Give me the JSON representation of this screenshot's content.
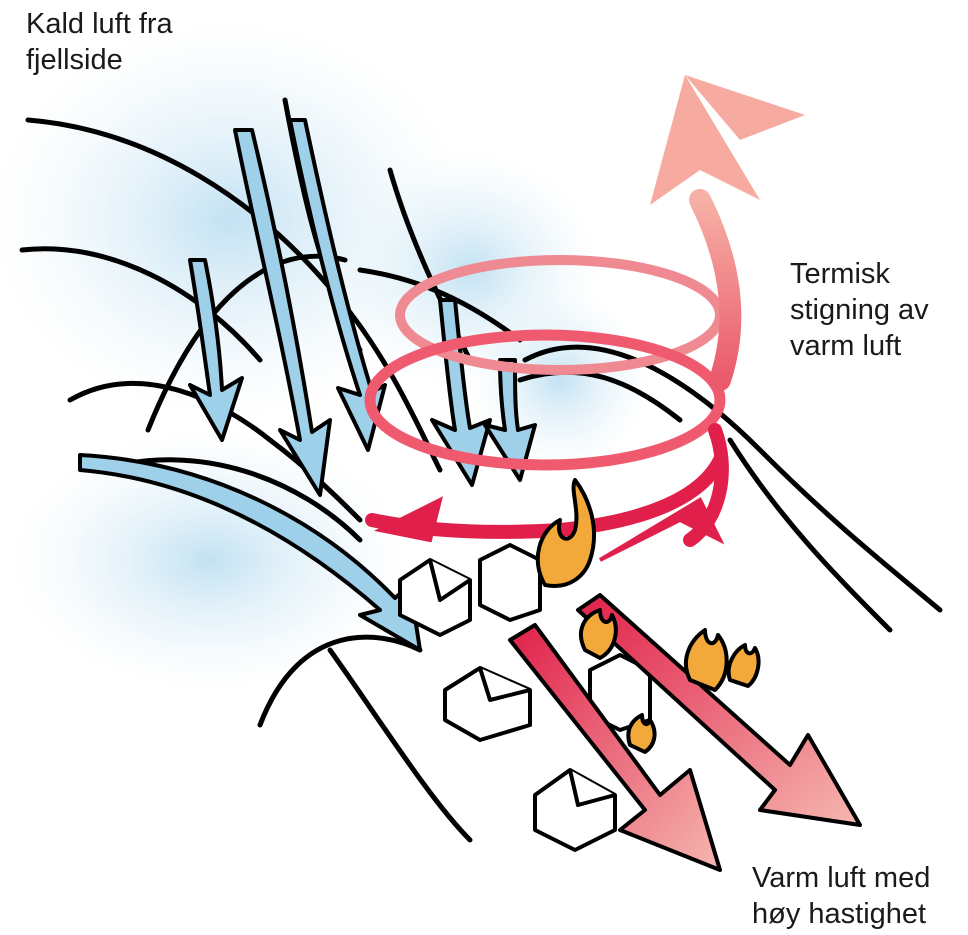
{
  "labels": {
    "cold_air": "Kald luft fra\nfjellside",
    "thermal_rise": "Termisk\nstigning av\nvarm luft",
    "warm_air": "Varm luft med\nhøy hastighet"
  },
  "colors": {
    "cold_air_fill": "#9fd0ea",
    "cold_air_haze": "#cfe8f5",
    "warm_air_light": "#f4a4a0",
    "warm_air_dark": "#e0204a",
    "flame_fill": "#f3a93a",
    "outline": "#000000"
  },
  "icons": [
    "house-icon",
    "flame-icon",
    "cold-air-arrow-icon",
    "warm-air-arrow-icon",
    "spiral-arrow-icon"
  ]
}
